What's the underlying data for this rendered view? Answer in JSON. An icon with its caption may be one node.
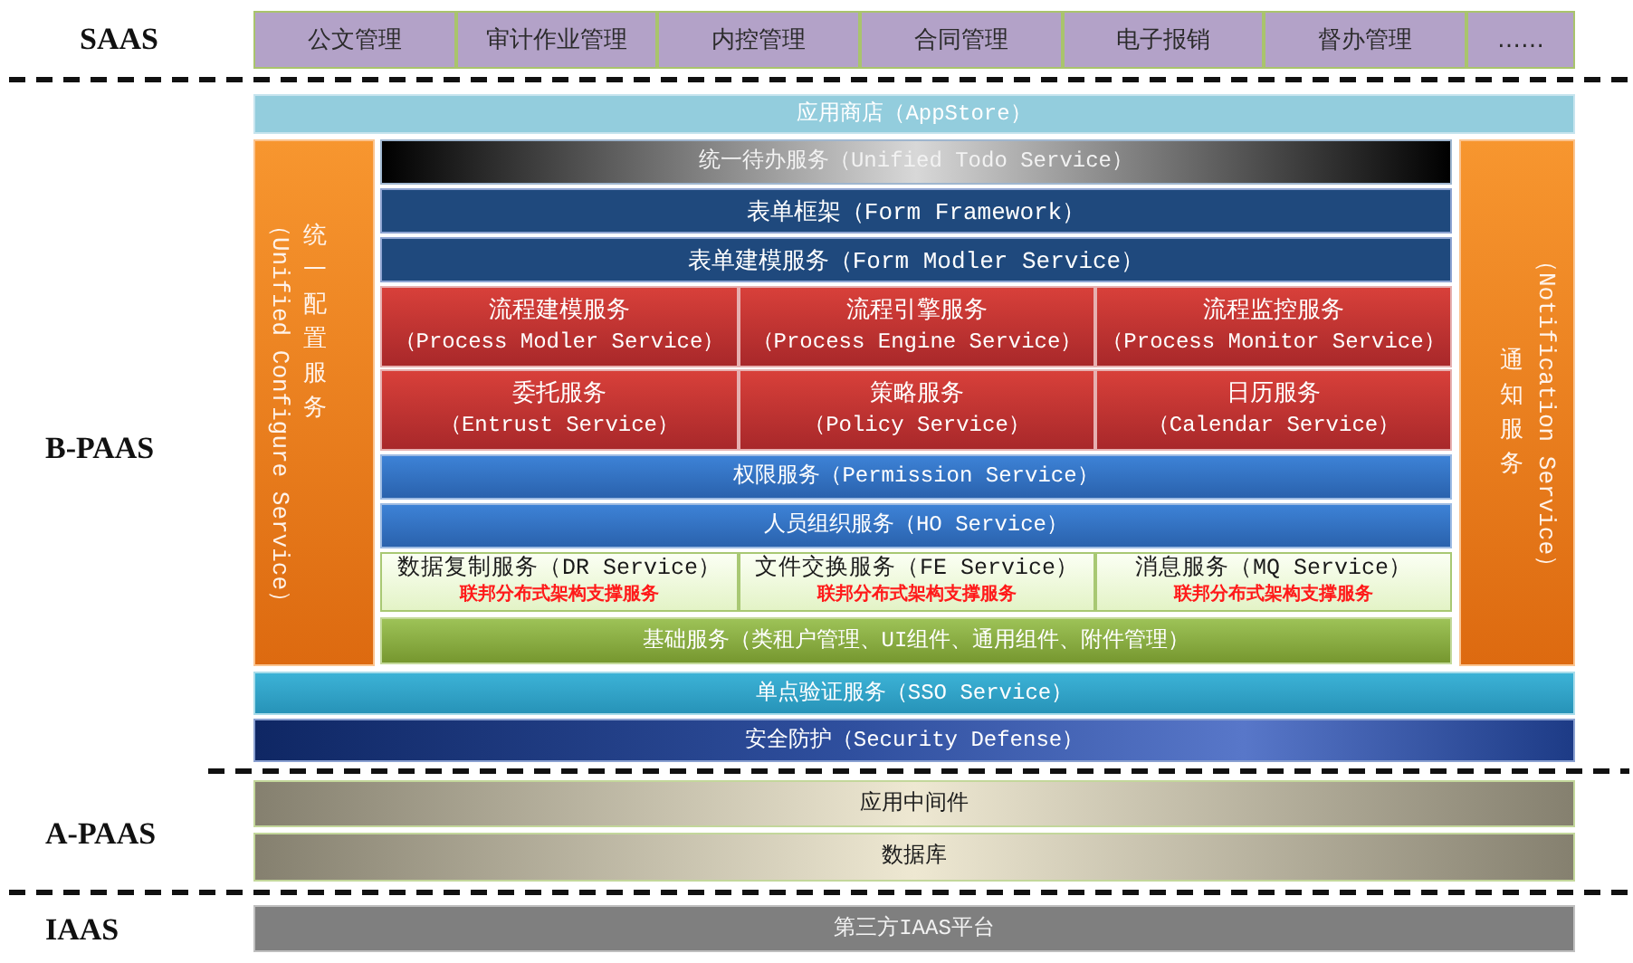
{
  "diagram": {
    "nodes": [
      {
        "text": [
          "公文管理"
        ]
      },
      {
        "text": [
          "审计作业管理"
        ]
      },
      {
        "text": [
          "内控管理"
        ]
      },
      {
        "text": [
          "合同管理"
        ]
      },
      {
        "text": [
          "电子报销"
        ]
      },
      {
        "text": [
          "督办管理"
        ]
      },
      {
        "text": [
          "……"
        ]
      },
      {
        "text": [
          "应用商店（AppStore）"
        ]
      },
      {
        "text": [
          "统一配置服务",
          "（Unified Configure Service）"
        ]
      },
      {
        "text": [
          "统一待办服务（Unified Todo Service）"
        ]
      },
      {
        "text": [
          "表单框架（Form Framework）"
        ]
      },
      {
        "text": [
          "表单建模服务（Form Modler Service）"
        ]
      },
      {
        "text": [
          "流程建模服务",
          "（Process Modler Service）"
        ]
      },
      {
        "text": [
          "流程引擎服务",
          "（Process Engine Service）"
        ]
      },
      {
        "text": [
          "流程监控服务",
          "（Process Monitor Service）"
        ]
      },
      {
        "text": [
          "委托服务",
          "（Entrust Service）"
        ]
      },
      {
        "text": [
          "策略服务",
          "（Policy Service）"
        ]
      },
      {
        "text": [
          "日历服务",
          "（Calendar Service）"
        ]
      },
      {
        "text": [
          "权限服务（Permission Service）"
        ]
      },
      {
        "text": [
          "人员组织服务（HO Service）"
        ]
      },
      {
        "text": [
          "数据复制服务（DR Service）",
          "联邦分布式架构支撑服务"
        ]
      },
      {
        "text": [
          "文件交换服务（FE Service）",
          "联邦分布式架构支撑服务"
        ]
      },
      {
        "text": [
          "消息服务（MQ Service）",
          "联邦分布式架构支撑服务"
        ]
      },
      {
        "text": [
          "基础服务（类租户管理、UI组件、通用组件、附件管理）"
        ]
      },
      {
        "text": [
          "通知服务",
          "（Notification Service）"
        ]
      },
      {
        "text": [
          "单点验证服务（SSO Service）"
        ]
      },
      {
        "text": [
          "安全防护（Security Defense）"
        ]
      },
      {
        "text": [
          "应用中间件"
        ]
      },
      {
        "text": [
          "数据库"
        ]
      },
      {
        "text": [
          "第三方IAAS平台"
        ]
      }
    ],
    "labels": [
      "SAAS",
      "B-PAAS",
      "A-PAAS",
      "IAAS"
    ]
  }
}
